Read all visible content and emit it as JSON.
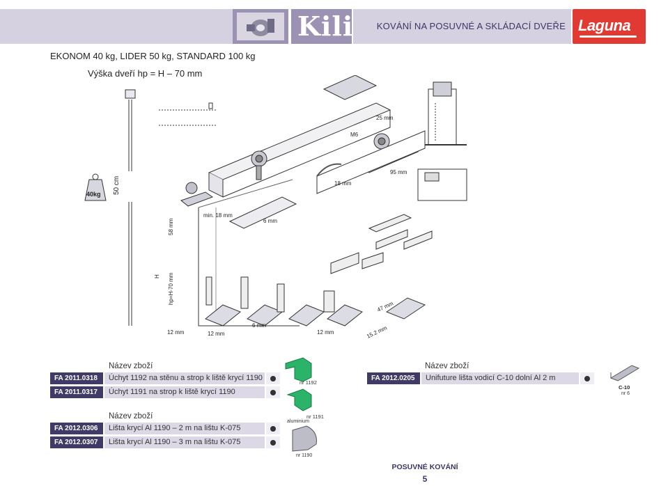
{
  "header": {
    "title": "KOVÁNÍ NA POSUVNÉ A SKLÁDACÍ DVEŘE",
    "brand_left": "Kili",
    "brand_right": "Laguna"
  },
  "intro": {
    "series": "EKONOM 40 kg, LIDER 50 kg, STANDARD 100 kg",
    "door_height": "Výška dveří hp = H – 70 mm"
  },
  "drawing": {
    "load": "40kg",
    "size_50": "50 cm",
    "dim_58": "58 mm",
    "dim_H": "H",
    "dim_hp": "hp=H-70 mm",
    "dim_min18": "min. 18 mm",
    "dim_6a": "6 mm",
    "dim_6b": "6 mm",
    "dim_12a": "12 mm",
    "dim_12b": "12 mm",
    "dim_12c": "12 mm",
    "dim_25": "25 mm",
    "dim_95": "95 mm",
    "dim_18": "18 mm",
    "dim_47": "47 mm",
    "dim_152": "15.2 mm",
    "m6": "M6"
  },
  "table1": {
    "header": "Název zboží",
    "rows": [
      {
        "code": "FA 2011.0318",
        "desc": "Úchyt 1192 na stěnu a strop k liště krycí 1190"
      },
      {
        "code": "FA 2011.0317",
        "desc": "Úchyt 1191 na strop k liště krycí 1190"
      }
    ],
    "nr1192": "nr 1192",
    "nr1191": "nr 1191"
  },
  "table2": {
    "header": "Název zboží",
    "rows": [
      {
        "code": "FA 2012.0205",
        "desc": "Unifuture lišta vodicí C-10 dolní Al 2 m"
      }
    ],
    "c10": "C-10",
    "nr6": "nr 6"
  },
  "table3": {
    "header": "Název zboží",
    "rows": [
      {
        "code": "FA 2012.0306",
        "desc": "Lišta krycí Al 1190 – 2 m na lištu K-075"
      },
      {
        "code": "FA 2012.0307",
        "desc": "Lišta krycí Al 1190 – 3 m na lištu K-075"
      }
    ],
    "aluminium": "aluminium",
    "nr1190": "nr 1190"
  },
  "footer": {
    "section": "POSUVNÉ KOVÁNÍ",
    "page": "5"
  },
  "colors": {
    "header_light": "#d6d1e0",
    "header_dark": "#9c92b3",
    "code_bg": "#403b66",
    "desc_bg": "#dcd8e6",
    "laguna_red": "#e03a32",
    "green_part": "#2bb36a"
  }
}
